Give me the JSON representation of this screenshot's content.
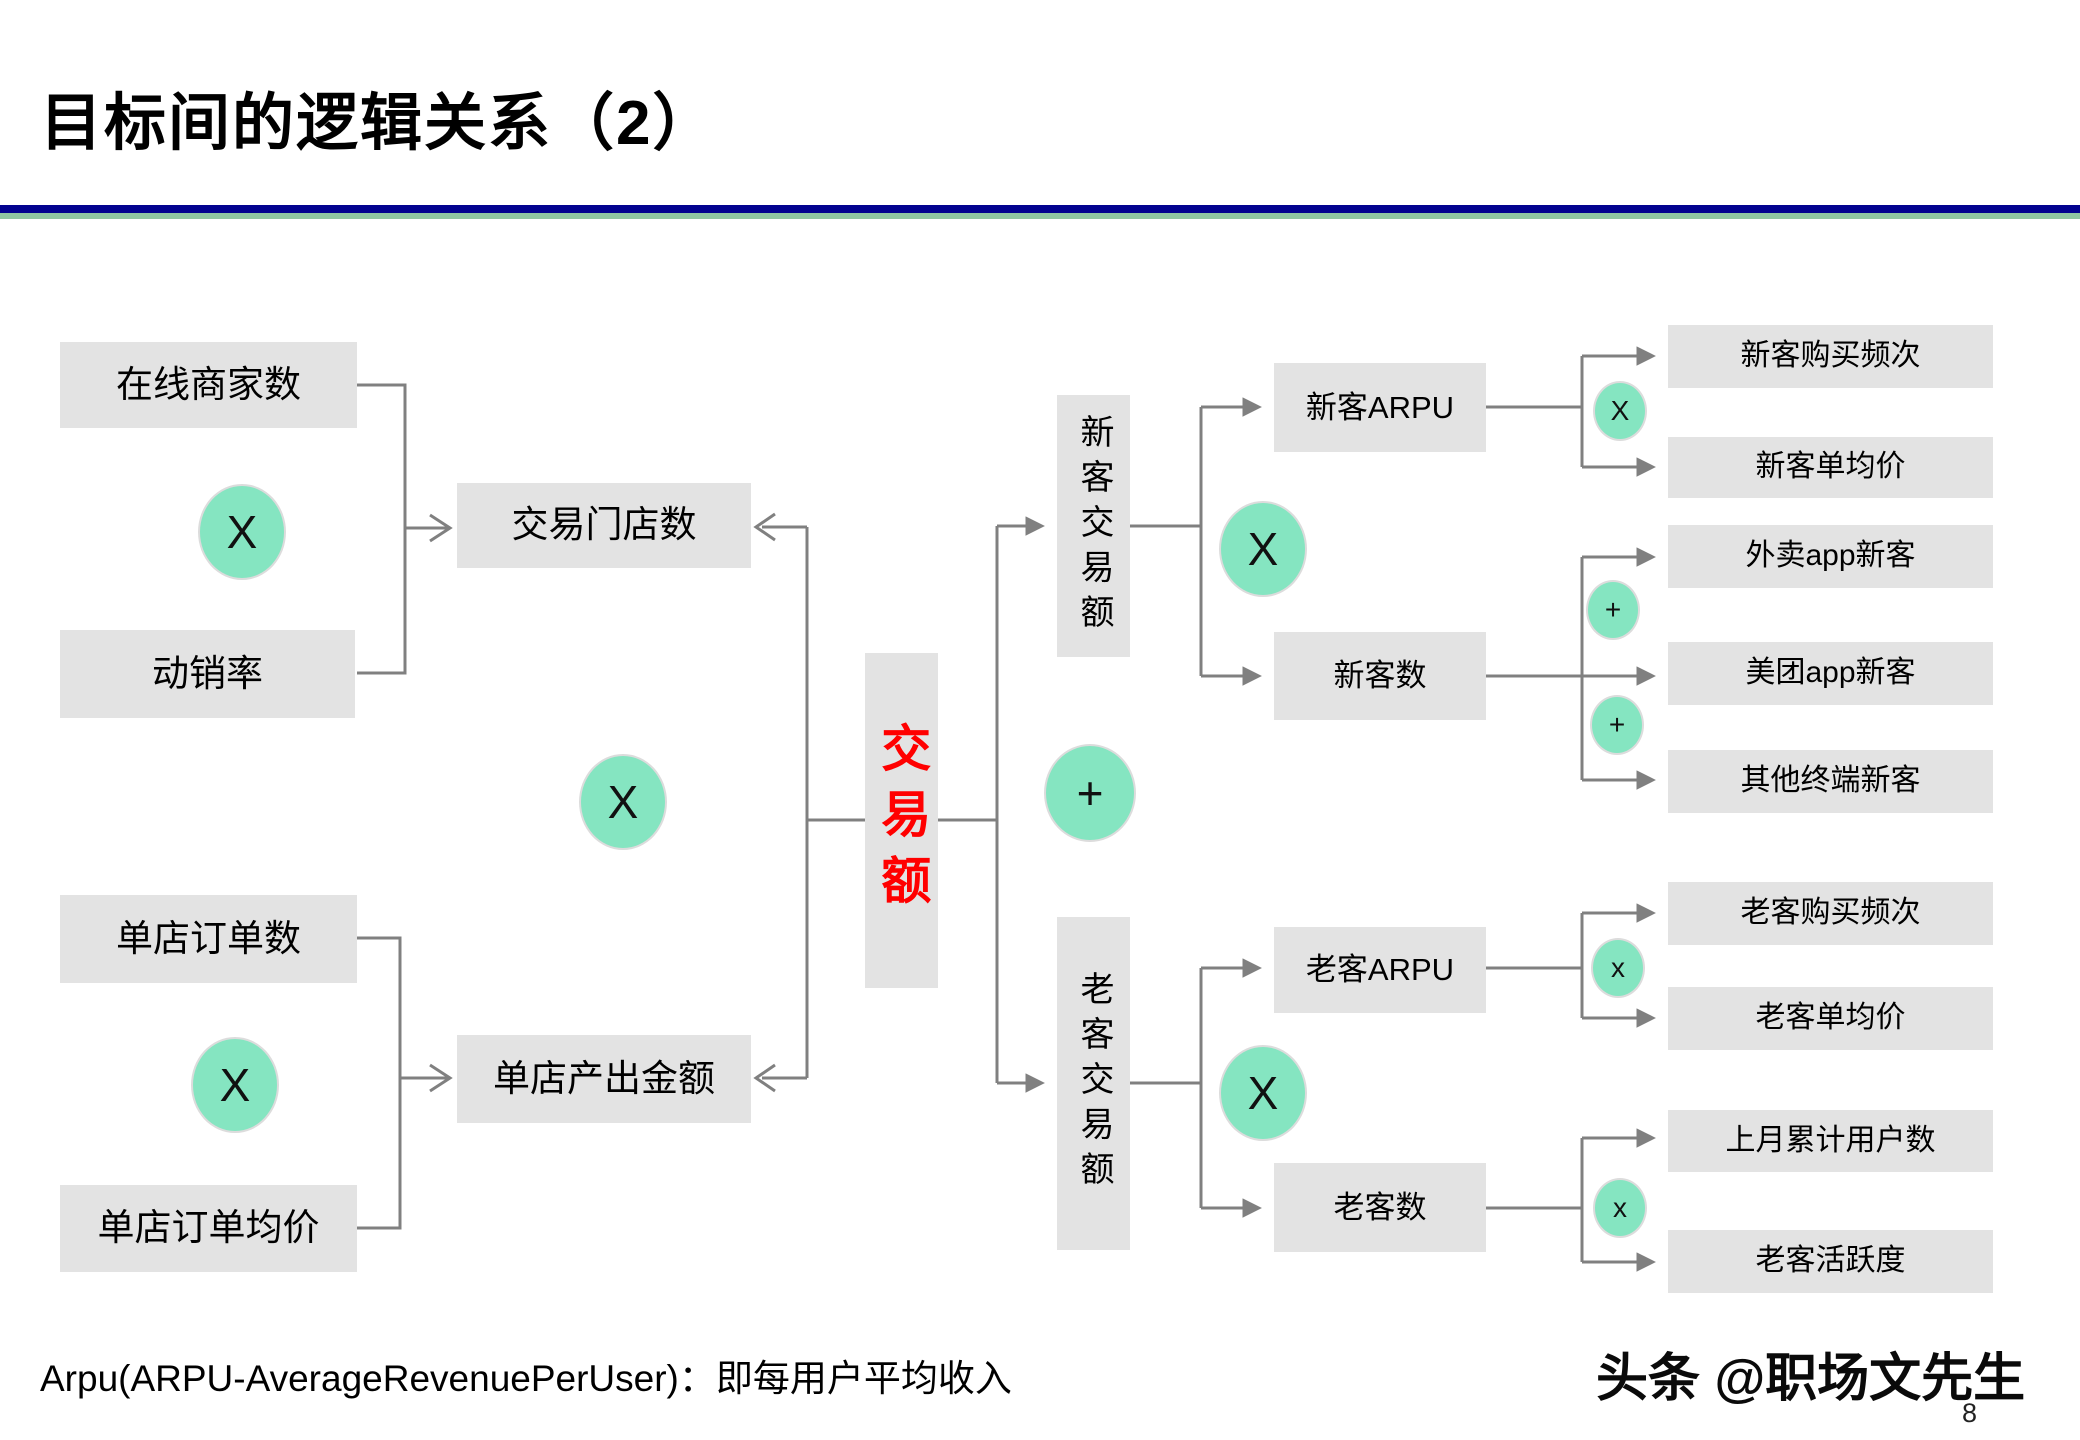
{
  "title": "目标间的逻辑关系（2）",
  "slide": {
    "footnote": "Arpu(ARPU-AverageRevenuePerUser)：即每用户平均收入",
    "watermark": "头条 @职场文先生",
    "page_number": "8"
  },
  "colors": {
    "box_grey": "#e3e3e3",
    "operator_green": "#85e5c1",
    "operator_border": "#dcdcdc",
    "connector_grey": "#808080",
    "divider_blue": "#02028f",
    "divider_green": "#8fc7a2",
    "gmv_red": "#ff0000",
    "text_black": "#000000"
  },
  "diagram": {
    "nodes": {
      "online_merchants": {
        "label": "在线商家数"
      },
      "sell_through_rate": {
        "label": "动销率"
      },
      "trading_stores": {
        "label": "交易门店数"
      },
      "store_orders": {
        "label": "单店订单数"
      },
      "store_avg_order_price": {
        "label": "单店订单均价"
      },
      "store_output_amount": {
        "label": "单店产出金额"
      },
      "gmv": {
        "label": "交易额"
      },
      "new_customer_gmv": {
        "label": "新客交易额"
      },
      "old_customer_gmv": {
        "label": "老客交易额"
      },
      "new_arpu": {
        "label": "新客ARPU"
      },
      "new_customer_count": {
        "label": "新客数"
      },
      "old_arpu": {
        "label": "老客ARPU"
      },
      "old_customer_count": {
        "label": "老客数"
      },
      "new_purchase_freq": {
        "label": "新客购买频次"
      },
      "new_avg_order_value": {
        "label": "新客单均价"
      },
      "waimai_app_new": {
        "label": "外卖app新客"
      },
      "meituan_app_new": {
        "label": "美团app新客"
      },
      "other_terminal_new": {
        "label": "其他终端新客"
      },
      "old_purchase_freq": {
        "label": "老客购买频次"
      },
      "old_avg_order_value": {
        "label": "老客单均价"
      },
      "last_month_users": {
        "label": "上月累计用户数"
      },
      "old_customer_activity": {
        "label": "老客活跃度"
      }
    },
    "operators": {
      "left_top_multiply": {
        "symbol": "X"
      },
      "left_bottom_multiply": {
        "symbol": "X"
      },
      "center_multiply": {
        "symbol": "X"
      },
      "center_plus": {
        "symbol": "+"
      },
      "new_branch_multiply": {
        "symbol": "X"
      },
      "old_branch_multiply": {
        "symbol": "X"
      },
      "new_arpu_multiply": {
        "symbol": "X"
      },
      "new_count_plus_top": {
        "symbol": "+"
      },
      "new_count_plus_bottom": {
        "symbol": "+"
      },
      "old_arpu_multiply": {
        "symbol": "x"
      },
      "old_count_multiply": {
        "symbol": "x"
      }
    }
  }
}
